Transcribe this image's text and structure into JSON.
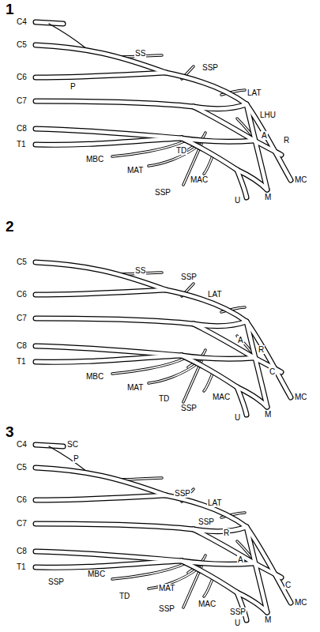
{
  "diagram": {
    "labels": [
      "1",
      "C4",
      "C5",
      "C6",
      "SS",
      "SSP",
      "LAT",
      "P",
      "C7",
      "LHU",
      "A",
      "R",
      "TD",
      "MBC",
      "C8",
      "T1",
      "MAT",
      "MAC",
      "SSP",
      "MC",
      "M",
      "U",
      "2",
      "C5",
      "SS",
      "SSP",
      "C6",
      "LAT",
      "C7",
      "C8",
      "A",
      "R",
      "T1",
      "C",
      "MBC",
      "MAT",
      "MC",
      "TD",
      "SSP",
      "MAC",
      "M",
      "U",
      "3",
      "C4",
      "SC",
      "P",
      "C5",
      "C6",
      "SSP",
      "LAT",
      "C7",
      "SSP",
      "R",
      "C8",
      "T1",
      "SSP",
      "MBC",
      "A",
      "TD",
      "MAT",
      "C",
      "SSP",
      "MAC",
      "MC",
      "SSP",
      "M",
      "U"
    ]
  }
}
